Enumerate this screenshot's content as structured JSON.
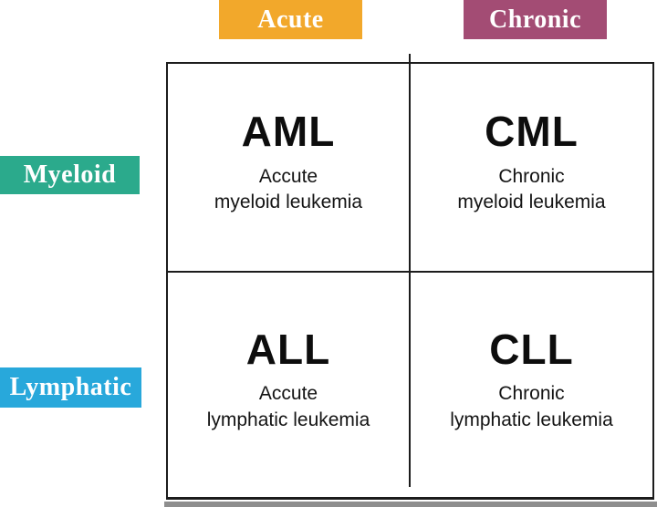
{
  "matrix": {
    "column_headers": [
      {
        "label": "Acute",
        "color": "#F2A82B"
      },
      {
        "label": "Chronic",
        "color": "#A34C74"
      }
    ],
    "row_headers": [
      {
        "label": "Myeloid",
        "color": "#2BAA8C"
      },
      {
        "label": "Lymphatic",
        "color": "#28A8DB"
      }
    ],
    "cells": [
      {
        "abbr": "AML",
        "name_line1": "Accute",
        "name_line2": "myeloid leukemia"
      },
      {
        "abbr": "CML",
        "name_line1": "Chronic",
        "name_line2": "myeloid leukemia"
      },
      {
        "abbr": "ALL",
        "name_line1": "Accute",
        "name_line2": "lymphatic leukemia"
      },
      {
        "abbr": "CLL",
        "name_line1": "Chronic",
        "name_line2": "lymphatic leukemia"
      }
    ]
  },
  "colors": {
    "grid_border": "#1c1c1c",
    "text": "#0d0d0d",
    "bottom_strip": "#8e8e8e"
  }
}
